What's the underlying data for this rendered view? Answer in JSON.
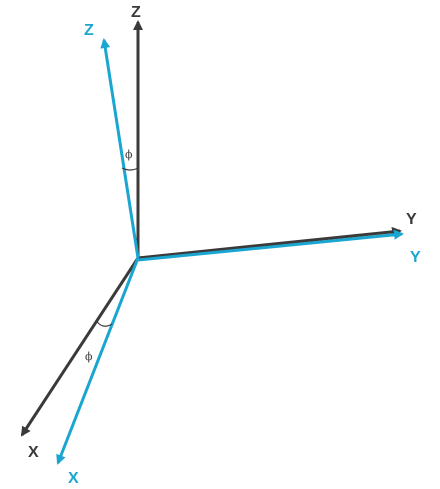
{
  "diagram": {
    "original_frame": {
      "color": "#3a3a3a",
      "axes": [
        {
          "id": "z",
          "label": "Z"
        },
        {
          "id": "y",
          "label": "Y"
        },
        {
          "id": "x",
          "label": "X"
        }
      ]
    },
    "rotated_frame": {
      "color": "#1aa6d0",
      "axes": [
        {
          "id": "z",
          "label": "Z"
        },
        {
          "id": "y",
          "label": "Y"
        },
        {
          "id": "x",
          "label": "X"
        }
      ]
    },
    "angles": [
      {
        "id": "phi-z",
        "label": "ϕ"
      },
      {
        "id": "phi-x",
        "label": "ϕ"
      }
    ]
  }
}
